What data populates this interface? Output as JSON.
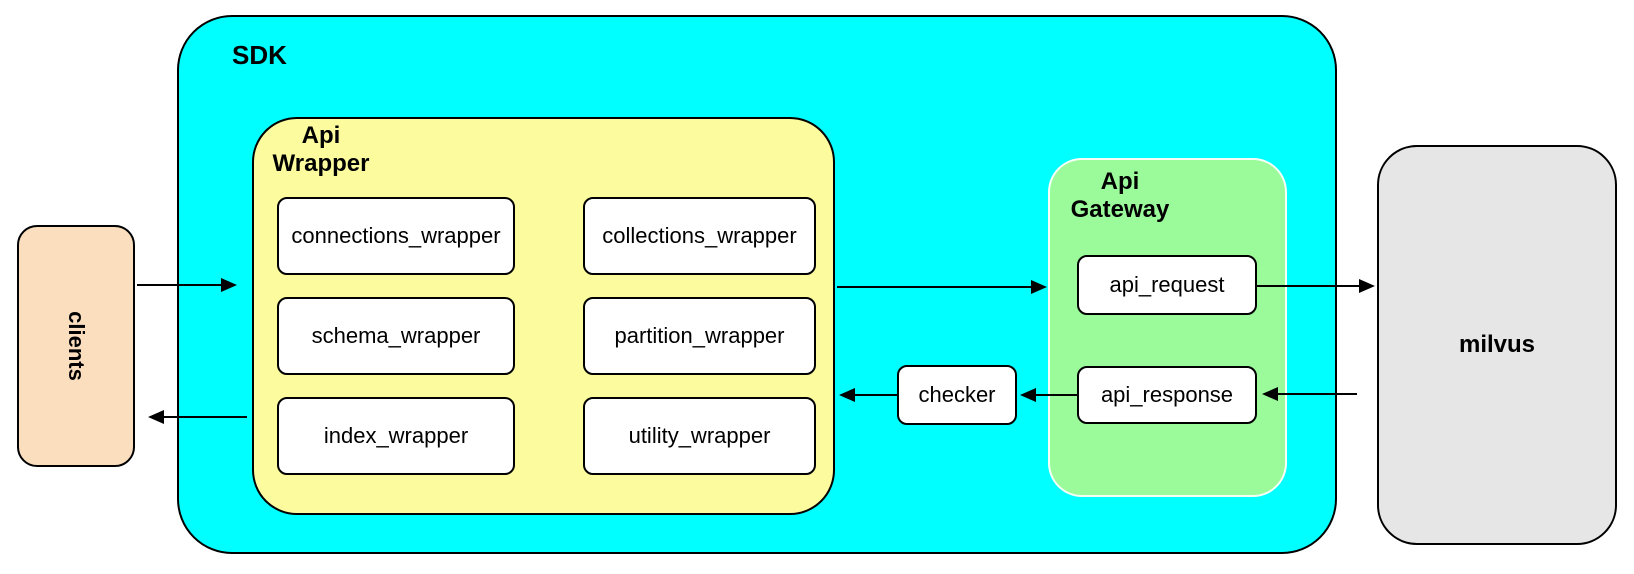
{
  "diagram": {
    "clients_label": "clients",
    "sdk": {
      "label": "SDK",
      "api_wrapper": {
        "label": "Api\nWrapper",
        "wrappers": [
          "connections_wrapper",
          "collections_wrapper",
          "schema_wrapper",
          "partition_wrapper",
          "index_wrapper",
          "utility_wrapper"
        ]
      },
      "checker_label": "checker",
      "api_gateway": {
        "label": "Api\nGateway",
        "request_label": "api_request",
        "response_label": "api_response"
      }
    },
    "milvus_label": "milvus",
    "colors": {
      "sdk_fill": "#00FFFF",
      "api_wrapper_fill": "#FCFC9E",
      "api_gateway_fill": "#9BFB9B",
      "clients_fill": "#FADEBE",
      "milvus_fill": "#E6E6E6",
      "node_fill": "#FFFFFF",
      "stroke": "#000000"
    }
  }
}
